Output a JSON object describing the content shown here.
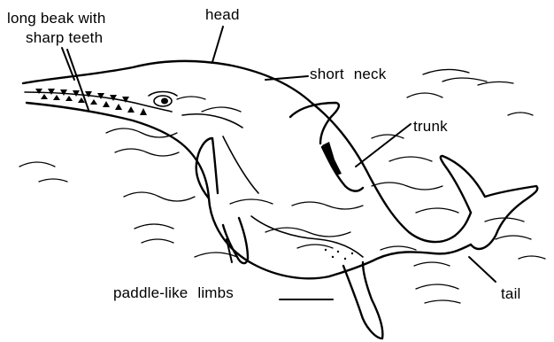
{
  "diagram": {
    "labels": {
      "beak_line1": "long beak with",
      "beak_line2": "sharp teeth",
      "head": "head",
      "neck": "short neck",
      "trunk": "trunk",
      "limbs": "paddle-like limbs",
      "tail": "tail"
    },
    "ink_color": "#000000",
    "background_color": "#ffffff"
  }
}
